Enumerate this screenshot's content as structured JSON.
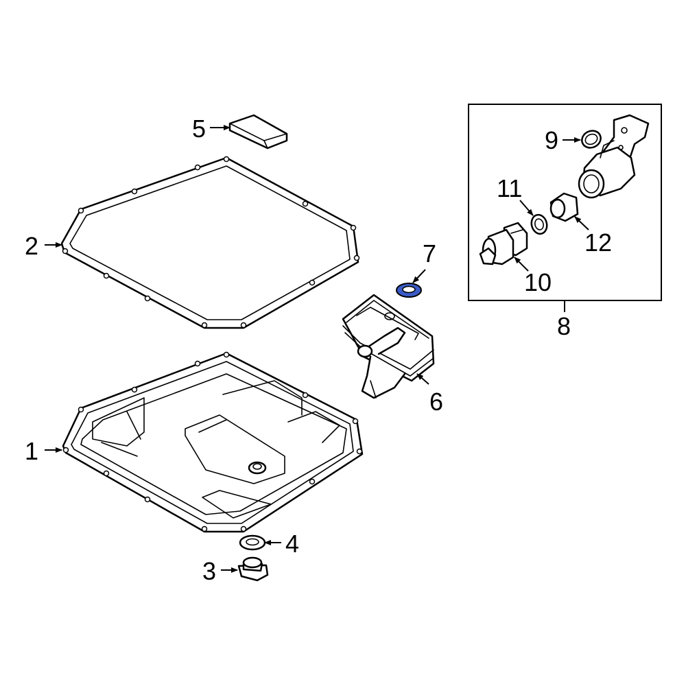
{
  "diagram": {
    "highlight_color": "#3a5bc7",
    "callouts": {
      "c1": "1",
      "c2": "2",
      "c3": "3",
      "c4": "4",
      "c5": "5",
      "c6": "6",
      "c7": "7",
      "c8": "8",
      "c9": "9",
      "c10": "10",
      "c11": "11",
      "c12": "12"
    }
  }
}
